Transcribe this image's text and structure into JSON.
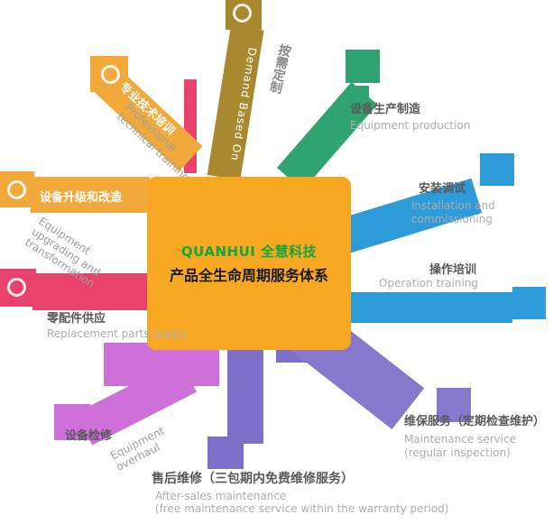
{
  "center": {
    "brand": "QUANHUI 全慧科技",
    "title": "产品全生命周期服务体系",
    "bg_color": "#F7A823",
    "brand_color": "#17A53B",
    "title_color": "#1a1a1a"
  },
  "nodes": [
    {
      "id": "demand-customization",
      "zh": "按需定制",
      "en": "Demand Based On",
      "color": "#A9892F"
    },
    {
      "id": "equipment-production",
      "zh": "设备生产制造",
      "en": "Equipment production",
      "color": "#2FA370"
    },
    {
      "id": "installation-commissioning",
      "zh": "安装调试",
      "en": "Installation and commissioning",
      "color": "#2D9BD8"
    },
    {
      "id": "operation-training",
      "zh": "操作培训",
      "en": "Operation training",
      "color": "#2D9BD8"
    },
    {
      "id": "maintenance-service",
      "zh": "维保服务（定期检查维护）",
      "en": "Maintenance service (regular inspection)",
      "color": "#8678CD"
    },
    {
      "id": "after-sales-repair",
      "zh": "售后维修（三包期内免费维修服务）",
      "en_line1": "After-sales maintenance",
      "en_line2": "(free maintenance service within the warranty period)",
      "color": "#7E6FC9"
    },
    {
      "id": "equipment-overhaul",
      "zh": "设备检修",
      "en": "Equipment overhaul",
      "color": "#CF6FD9"
    },
    {
      "id": "spare-parts-supply",
      "zh": "零配件供应",
      "en": "Replacement parts supply",
      "color": "#E8416B"
    },
    {
      "id": "equipment-upgrade",
      "zh": "设备升级和改造",
      "en": "Equipment upgrading and transformation",
      "color": "#F2A93B"
    },
    {
      "id": "professional-training",
      "zh": "专业技术培训",
      "en": "Professional technical training",
      "color": "#F2A93B"
    }
  ]
}
